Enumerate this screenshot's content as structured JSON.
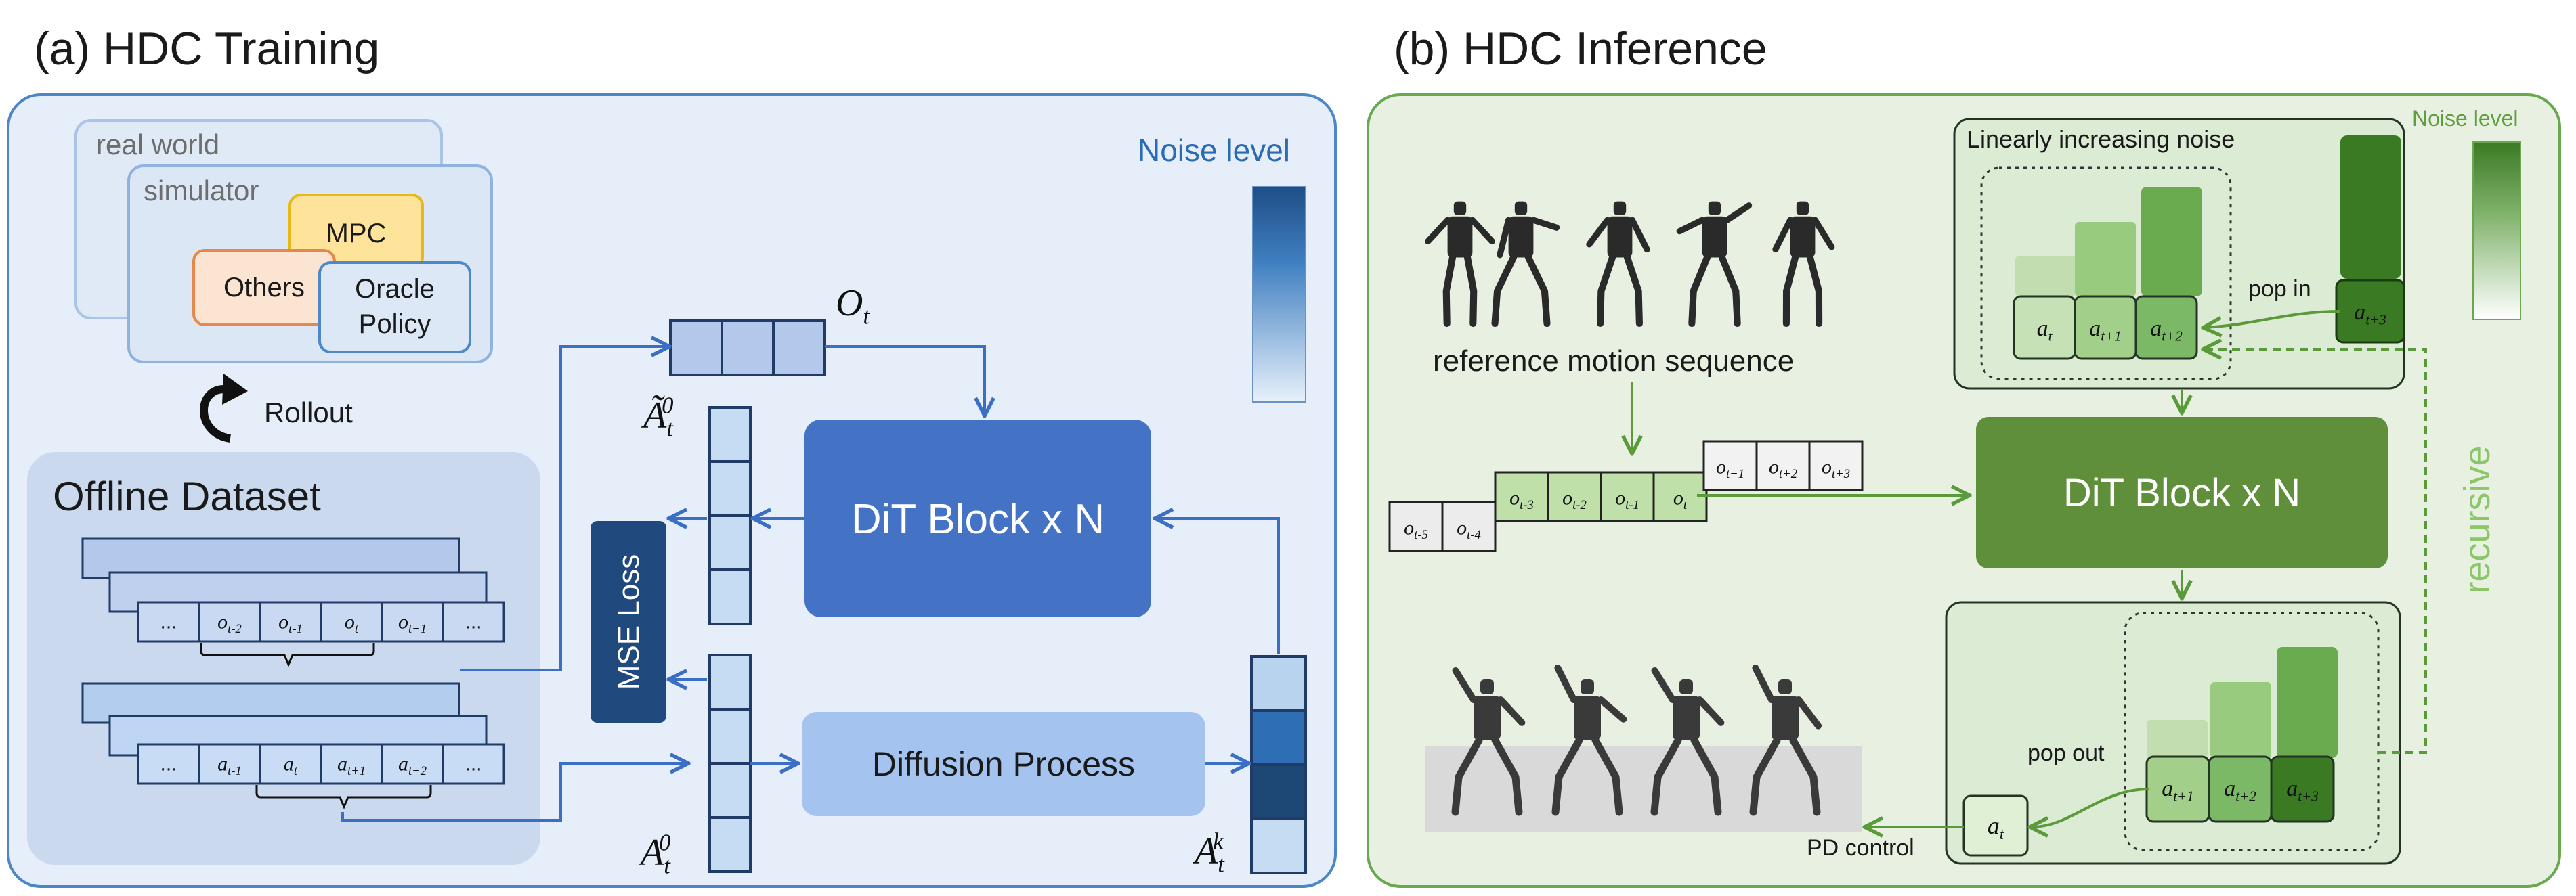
{
  "panel_a": {
    "heading": "(a) HDC Training",
    "sources": {
      "real_world": "real world",
      "simulator": "simulator",
      "mpc": "MPC",
      "others": "Others",
      "oracle_line1": "Oracle",
      "oracle_line2": "Policy"
    },
    "rollout": "Rollout",
    "offline_dataset": "Offline Dataset",
    "obs_sequence": [
      "...",
      "o_{t-2}",
      "o_{t-1}",
      "o_t",
      "o_{t+1}",
      "..."
    ],
    "act_sequence": [
      "...",
      "a_{t-1}",
      "a_t",
      "a_{t+1}",
      "a_{t+2}",
      "..."
    ],
    "obs_label": "O_t",
    "noise_level": "Noise level",
    "dit_block": "DiT Block x N",
    "mse_loss": "MSE Loss",
    "diffusion_process": "Diffusion Process",
    "pred_label": "Ã_t^0",
    "clean_label": "A_t^0",
    "noisy_label": "A_t^k"
  },
  "panel_b": {
    "heading": "(b) HDC Inference",
    "noise_level": "Noise level",
    "linear_noise": "Linearly increasing noise",
    "pop_in": "pop in",
    "pop_out": "pop out",
    "reference_motion": "reference motion sequence",
    "dit_block": "DiT Block x N",
    "recursive": "recursive",
    "pd_control": "PD control",
    "input_actions": [
      "a_t",
      "a_{t+1}",
      "a_{t+2}"
    ],
    "popped_in": "a_{t+3}",
    "output_actions": [
      "a_{t+1}",
      "a_{t+2}",
      "a_{t+3}"
    ],
    "popped_out": "a_t",
    "obs_past": [
      "o_{t-5}",
      "o_{t-4}"
    ],
    "obs_current": [
      "o_{t-3}",
      "o_{t-2}",
      "o_{t-1}",
      "o_t"
    ],
    "obs_future": [
      "o_{t+1}",
      "o_{t+2}",
      "o_{t+3}"
    ]
  }
}
